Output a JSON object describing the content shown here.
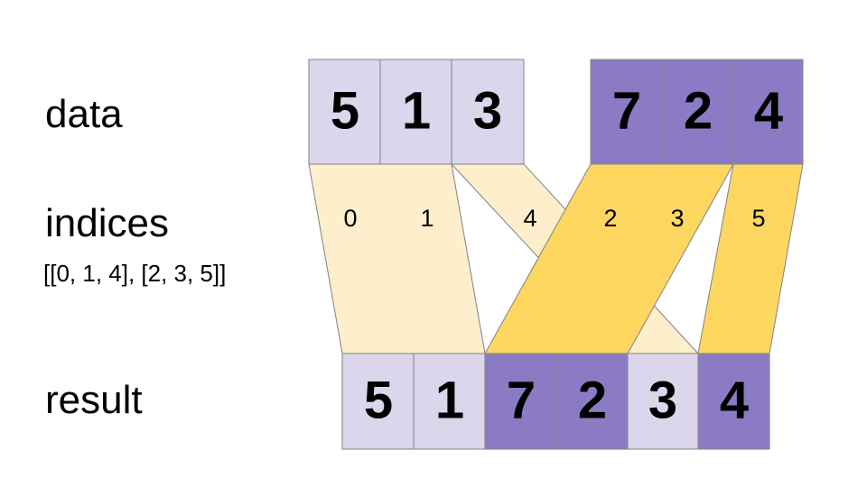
{
  "diagram": {
    "title_rows": {
      "data_label": "data",
      "indices_label": "indices",
      "indices_value": "[[0, 1, 4], [2, 3, 5]]",
      "result_label": "result"
    },
    "colors": {
      "light_purple": "#DCD6EC",
      "dark_purple": "#8B7BC4",
      "pale_yellow": "#FDEFCB",
      "dark_yellow": "#FDD760",
      "stroke": "#8a8a8a",
      "text": "#000000",
      "background": "#FFFFFF"
    },
    "data_row": {
      "group_a": {
        "cells": [
          {
            "value": "5",
            "shade": "light"
          },
          {
            "value": "1",
            "shade": "light"
          },
          {
            "value": "3",
            "shade": "light"
          }
        ]
      },
      "group_b": {
        "cells": [
          {
            "value": "7",
            "shade": "dark"
          },
          {
            "value": "2",
            "shade": "dark"
          },
          {
            "value": "4",
            "shade": "dark"
          }
        ]
      }
    },
    "indices_row": {
      "labels": [
        "0",
        "1",
        "4",
        "2",
        "3",
        "5"
      ],
      "shades": [
        "pale",
        "pale",
        "pale",
        "dark",
        "dark",
        "dark"
      ]
    },
    "result_row": {
      "cells": [
        {
          "value": "5",
          "shade": "light"
        },
        {
          "value": "1",
          "shade": "light"
        },
        {
          "value": "7",
          "shade": "dark"
        },
        {
          "value": "2",
          "shade": "dark"
        },
        {
          "value": "3",
          "shade": "light"
        },
        {
          "value": "4",
          "shade": "dark"
        }
      ]
    }
  }
}
